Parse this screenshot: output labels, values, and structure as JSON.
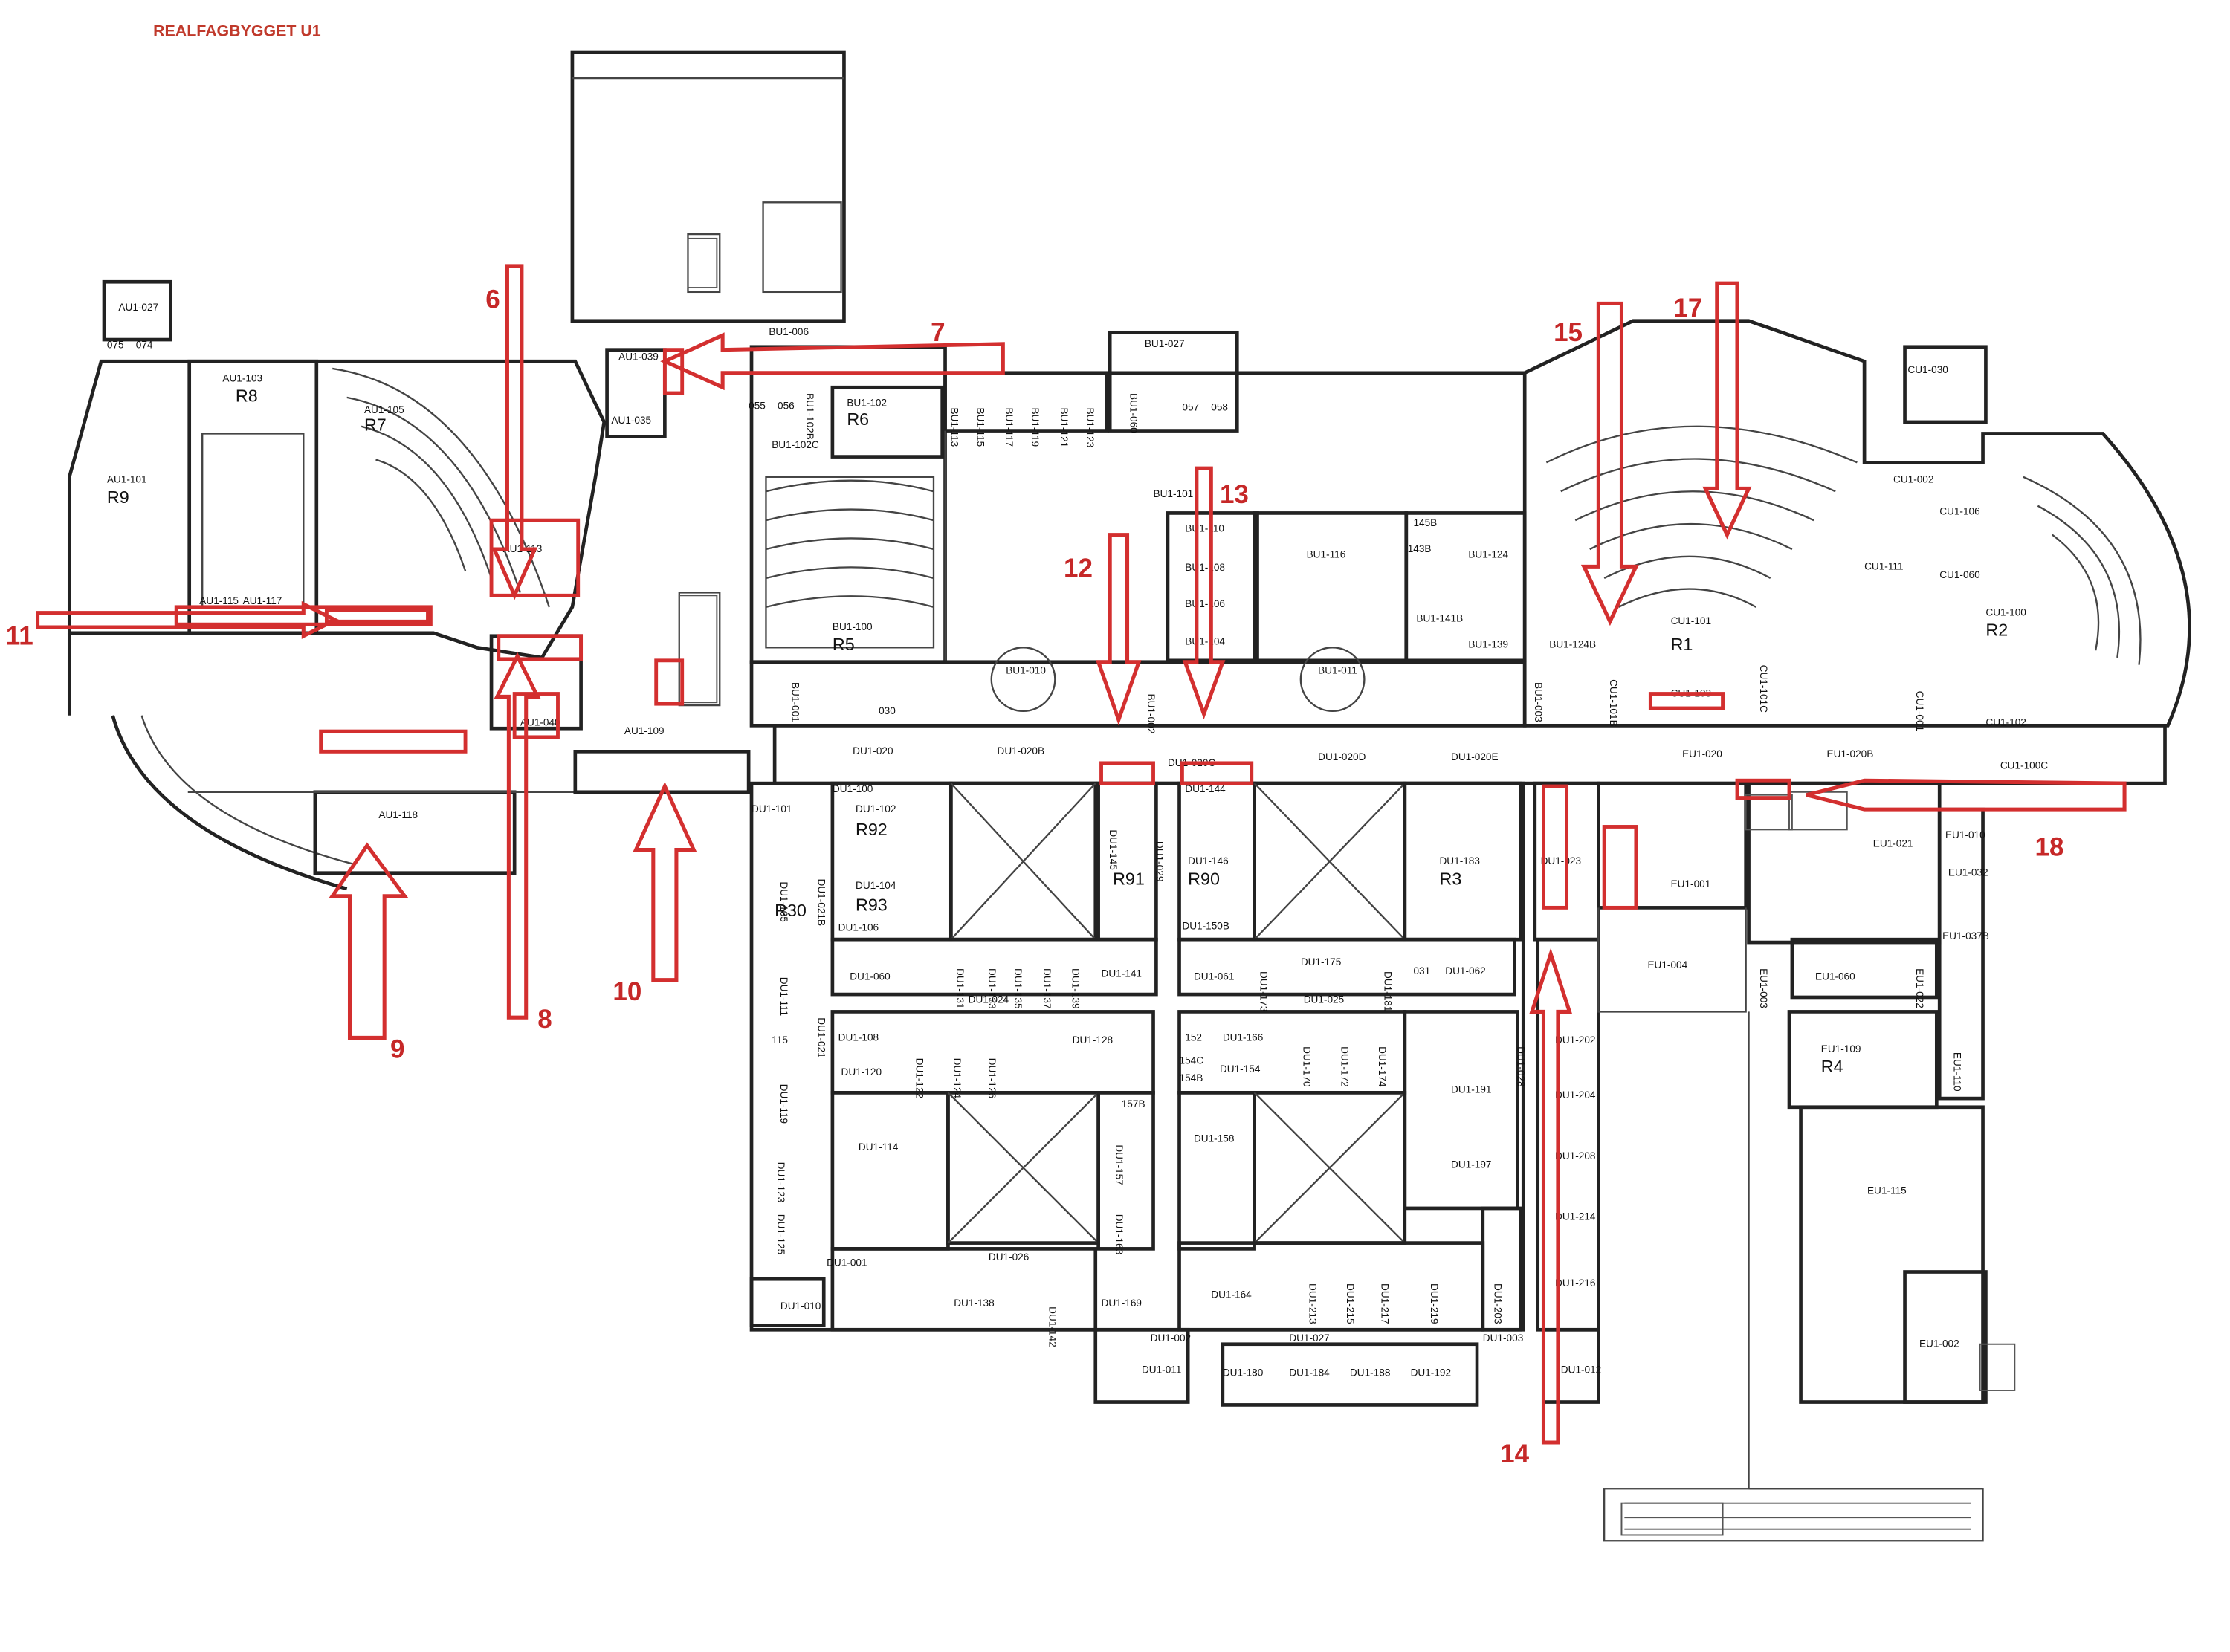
{
  "title": "REALFAGBYGGET U1",
  "accent_color": "#d32f2f",
  "big_rooms": [
    "R8",
    "R7",
    "R9",
    "R6",
    "R5",
    "R1",
    "R2",
    "R92",
    "R93",
    "R30",
    "R91",
    "R90",
    "R3",
    "R4"
  ],
  "rooms": [
    "AU1-027",
    "075",
    "074",
    "AU1-103",
    "AU1-105",
    "AU1-101",
    "AU1-039",
    "AU1-035",
    "AU1-113",
    "AU1-115",
    "AU1-117",
    "AU1-109",
    "AU1-118",
    "AU1-040",
    "BU1-006",
    "BU1-102B",
    "BU1-102",
    "BU1-102C",
    "055",
    "056",
    "BU1-113",
    "BU1-115",
    "BU1-117",
    "BU1-119",
    "BU1-121",
    "BU1-123",
    "BU1-027",
    "BU1-060",
    "057",
    "058",
    "BU1-100",
    "BU1-001",
    "BU1-101",
    "BU1-110",
    "BU1-108",
    "BU1-106",
    "BU1-104",
    "BU1-116",
    "145B",
    "143B",
    "BU1-124",
    "BU1-141B",
    "BU1-139",
    "BU1-124B",
    "BU1-003",
    "BU1-010",
    "BU1-011",
    "BU1-002",
    "030",
    "CU1-030",
    "CU1-002",
    "CU1-106",
    "CU1-060",
    "CU1-111",
    "CU1-101",
    "CU1-100",
    "CU1-101C",
    "CU1-102",
    "CU1-103",
    "CU1-101B",
    "CU1-001",
    "CU1-100C",
    "DU1-020",
    "DU1-020B",
    "DU1-020C",
    "DU1-020D",
    "DU1-020E",
    "DU1-100",
    "DU1-144",
    "DU1-101",
    "DU1-102",
    "DU1-104",
    "DU1-105",
    "DU1-021B",
    "DU1-106",
    "DU1-145",
    "DU1-029",
    "DU1-146",
    "DU1-150B",
    "DU1-183",
    "DU1-023",
    "DU1-060",
    "DU1-131",
    "DU1-133",
    "DU1-135",
    "DU1-137",
    "DU1-139",
    "DU1-141",
    "DU1-061",
    "DU1-173",
    "DU1-175",
    "DU1-181",
    "031",
    "DU1-062",
    "DU1-024",
    "DU1-025",
    "DU1-111",
    "DU1-021",
    "DU1-108",
    "DU1-122",
    "DU1-124",
    "DU1-126",
    "DU1-128",
    "152",
    "DU1-166",
    "DU1-170",
    "DU1-172",
    "DU1-174",
    "DU1-028",
    "DU1-202",
    "115",
    "DU1-120",
    "154C",
    "154B",
    "DU1-154",
    "DU1-119",
    "DU1-191",
    "DU1-204",
    "157B",
    "DU1-114",
    "DU1-157",
    "DU1-158",
    "DU1-197",
    "DU1-208",
    "DU1-123",
    "DU1-163",
    "DU1-125",
    "DU1-214",
    "DU1-001",
    "DU1-026",
    "DU1-164",
    "DU1-213",
    "DU1-215",
    "DU1-217",
    "DU1-219",
    "DU1-203",
    "DU1-216",
    "DU1-010",
    "DU1-138",
    "DU1-142",
    "DU1-169",
    "DU1-002",
    "DU1-027",
    "DU1-003",
    "DU1-011",
    "DU1-180",
    "DU1-184",
    "DU1-188",
    "DU1-192",
    "DU1-012",
    "EU1-020",
    "EU1-020B",
    "EU1-021",
    "EU1-001",
    "EU1-004",
    "EU1-003",
    "EU1-060",
    "EU1-022",
    "EU1-109",
    "EU1-110",
    "EU1-115",
    "EU1-002",
    "EU1-010",
    "EU1-037B",
    "EU1-032"
  ],
  "markers": [
    "6",
    "7",
    "8",
    "9",
    "10",
    "11",
    "12",
    "13",
    "14",
    "15",
    "17",
    "18"
  ]
}
